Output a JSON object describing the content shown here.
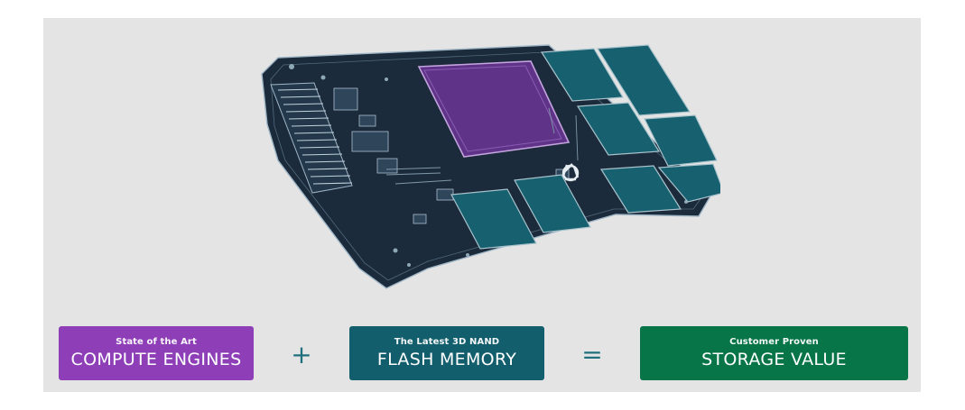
{
  "colors": {
    "compute": "#8e3fb7",
    "flash": "#135e6c",
    "storage": "#087549",
    "operator": "#1f6f7d",
    "board": "#1c2b3c",
    "chip": "#5f3488",
    "nand": "#176070"
  },
  "cards": {
    "compute": {
      "kicker": "State of the Art",
      "title": "COMPUTE ENGINES"
    },
    "flash": {
      "kicker": "The Latest 3D NAND",
      "title": "FLASH MEMORY"
    },
    "storage": {
      "kicker": "Customer Proven",
      "title": "STORAGE VALUE"
    }
  },
  "operators": {
    "plus": "+",
    "equals": "="
  },
  "illustration": {
    "icon": "ssd-circuit-board-icon",
    "logo": "aperture-logo-icon"
  }
}
